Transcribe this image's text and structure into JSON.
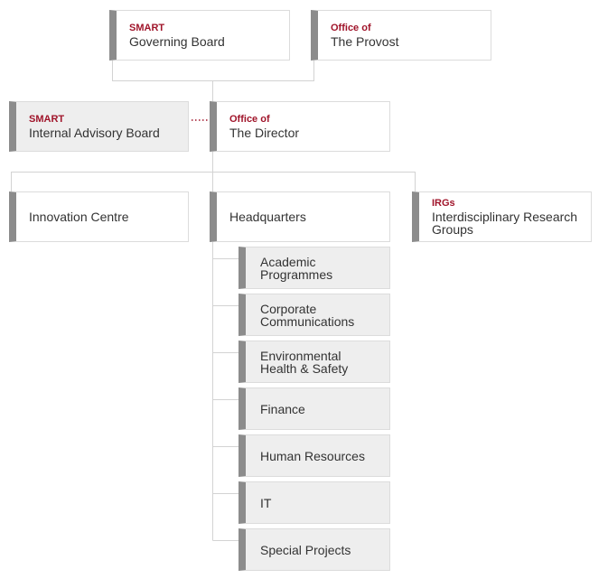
{
  "nodes": {
    "governing_board": {
      "kicker": "SMART",
      "title": "Governing Board"
    },
    "provost": {
      "kicker": "Office of",
      "title": "The Provost"
    },
    "advisory_board": {
      "kicker": "SMART",
      "title": "Internal Advisory Board"
    },
    "director": {
      "kicker": "Office of",
      "title": "The Director"
    },
    "innovation": {
      "title": "Innovation Centre"
    },
    "headquarters": {
      "title": "Headquarters"
    },
    "irgs": {
      "kicker": "IRGs",
      "title": "Interdisciplinary Research Groups"
    }
  },
  "departments": [
    {
      "id": "academic",
      "line1": "Academic",
      "line2": "Programmes"
    },
    {
      "id": "corporate",
      "line1": "Corporate",
      "line2": "Communications"
    },
    {
      "id": "ehs",
      "line1": "Environmental",
      "line2": "Health & Safety"
    },
    {
      "id": "finance",
      "line1": "Finance",
      "line2": ""
    },
    {
      "id": "hr",
      "line1": "Human Resources",
      "line2": ""
    },
    {
      "id": "it",
      "line1": "IT",
      "line2": ""
    },
    {
      "id": "special",
      "line1": "Special Projects",
      "line2": ""
    }
  ],
  "colors": {
    "accent": "#a0142a",
    "bar": "#8c8c8c",
    "border": "#dcdcdc",
    "shaded": "#eeeeee",
    "line": "#d0d0d0"
  }
}
